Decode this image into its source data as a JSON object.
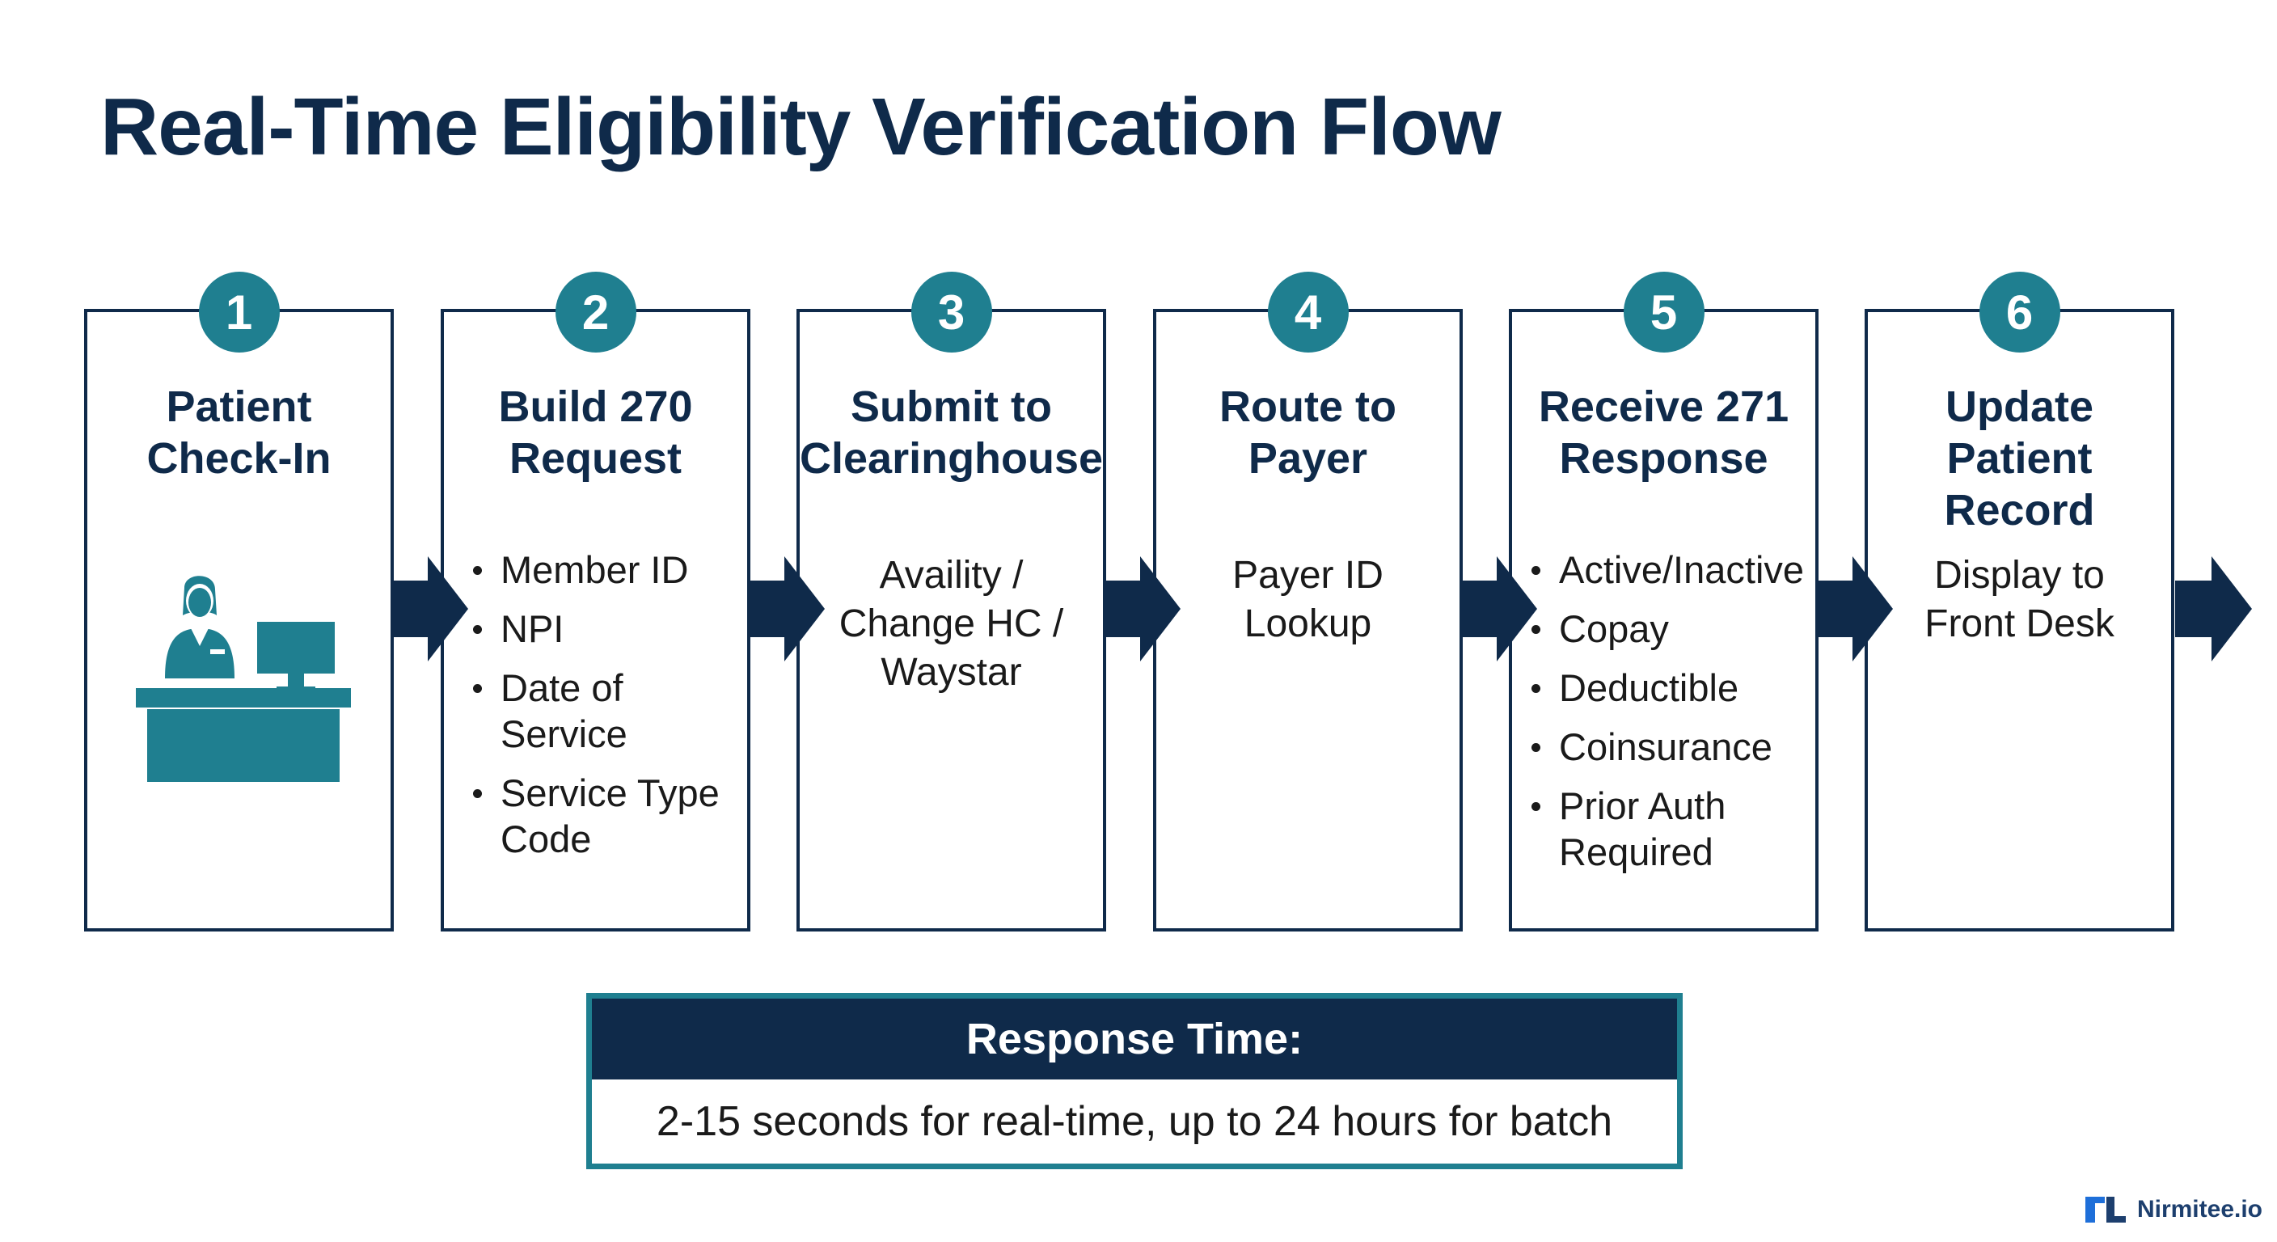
{
  "title": "Real-Time Eligibility Verification Flow",
  "steps": [
    {
      "number": "1",
      "title": [
        "Patient",
        "Check-In"
      ],
      "illustration": "front-desk-icon"
    },
    {
      "number": "2",
      "title": [
        "Build 270",
        "Request"
      ],
      "items": [
        [
          "Member ID"
        ],
        [
          "NPI"
        ],
        [
          "Date of",
          "Service"
        ],
        [
          "Service Type",
          "Code"
        ]
      ]
    },
    {
      "number": "3",
      "title": [
        "Submit to",
        "Clearinghouse"
      ],
      "description": [
        "Availity /",
        "Change HC /",
        "Waystar"
      ]
    },
    {
      "number": "4",
      "title": [
        "Route to",
        "Payer"
      ],
      "description": [
        "Payer ID",
        "Lookup"
      ]
    },
    {
      "number": "5",
      "title": [
        "Receive 271",
        "Response"
      ],
      "items": [
        [
          "Active/Inactive"
        ],
        [
          "Copay"
        ],
        [
          "Deductible"
        ],
        [
          "Coinsurance"
        ],
        [
          "Prior Auth",
          "Required"
        ]
      ]
    },
    {
      "number": "6",
      "title": [
        "Update",
        "Patient",
        "Record"
      ],
      "description": [
        "Display to",
        "Front Desk"
      ]
    }
  ],
  "summary": {
    "header": "Response Time:",
    "text": "2-15 seconds for real-time, up to 24 hours for batch"
  },
  "brand": {
    "name": "Nirmitee.io",
    "icon": "nirmitee-logo-icon"
  },
  "colors": {
    "navy": "#0f2a4a",
    "teal": "#1f7f90"
  }
}
